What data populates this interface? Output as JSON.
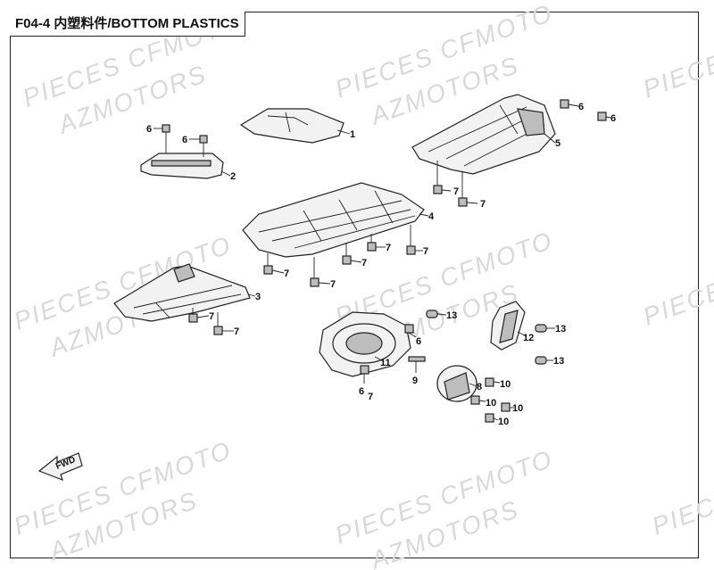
{
  "header": {
    "title": "F04-4 内塑料件/BOTTOM PLASTICS"
  },
  "watermark": {
    "line1": "PIECES CFMOTO",
    "line2": "AZMOTORS"
  },
  "fwd_label": "FWD",
  "callouts": [
    {
      "id": "c-1",
      "label": "1"
    },
    {
      "id": "c-2",
      "label": "2"
    },
    {
      "id": "c-3",
      "label": "3"
    },
    {
      "id": "c-4",
      "label": "4"
    },
    {
      "id": "c-5",
      "label": "5"
    },
    {
      "id": "c-6a",
      "label": "6"
    },
    {
      "id": "c-6b",
      "label": "6"
    },
    {
      "id": "c-6c",
      "label": "6"
    },
    {
      "id": "c-6d",
      "label": "6"
    },
    {
      "id": "c-6e",
      "label": "6"
    },
    {
      "id": "c-6f",
      "label": "6"
    },
    {
      "id": "c-7a",
      "label": "7"
    },
    {
      "id": "c-7b",
      "label": "7"
    },
    {
      "id": "c-7c",
      "label": "7"
    },
    {
      "id": "c-7d",
      "label": "7"
    },
    {
      "id": "c-7e",
      "label": "7"
    },
    {
      "id": "c-7f",
      "label": "7"
    },
    {
      "id": "c-7g",
      "label": "7"
    },
    {
      "id": "c-7h",
      "label": "7"
    },
    {
      "id": "c-7i",
      "label": "7"
    },
    {
      "id": "c-7j",
      "label": "7"
    },
    {
      "id": "c-8",
      "label": "8"
    },
    {
      "id": "c-9",
      "label": "9"
    },
    {
      "id": "c-10a",
      "label": "10"
    },
    {
      "id": "c-10b",
      "label": "10"
    },
    {
      "id": "c-10c",
      "label": "10"
    },
    {
      "id": "c-10d",
      "label": "10"
    },
    {
      "id": "c-11",
      "label": "11"
    },
    {
      "id": "c-12",
      "label": "12"
    },
    {
      "id": "c-13a",
      "label": "13"
    },
    {
      "id": "c-13b",
      "label": "13"
    },
    {
      "id": "c-13c",
      "label": "13"
    }
  ]
}
